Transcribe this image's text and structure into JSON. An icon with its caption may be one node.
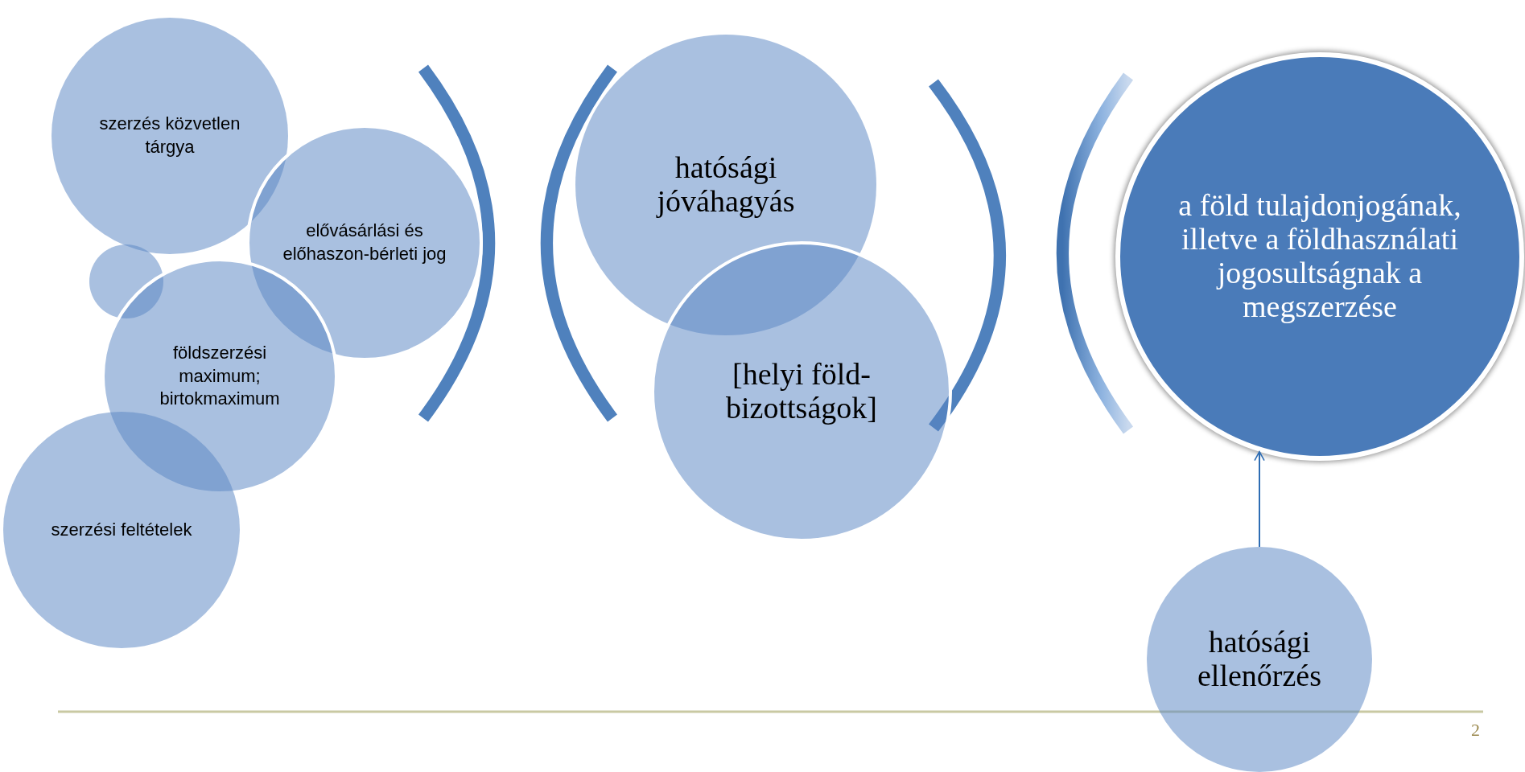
{
  "diagram": {
    "nodes": [
      {
        "text": [
          "szerzés közvetlen tárgya"
        ]
      },
      {
        "text": [
          "elővásárlási és előhaszon-bérleti jog"
        ]
      },
      {
        "text": [],
        "shape": "circle"
      },
      {
        "text": [
          "földszerzési maximum; birtokmaximum"
        ]
      },
      {
        "text": [
          "szerzési feltételek"
        ]
      },
      {
        "text": [
          "hatósági jóváhagyás"
        ]
      },
      {
        "text": [
          "[helyi föld-bizottságok]"
        ]
      },
      {
        "text": [
          "a föld tulajdonjogának, illetve a földhasználati jogosultságnak a megszerzése"
        ]
      },
      {
        "text": [
          "hatósági ellenőrzés"
        ]
      }
    ],
    "edges": [
      {
        "from": 8,
        "to": 7,
        "arrow": "to"
      }
    ],
    "labels": [
      "2"
    ]
  }
}
